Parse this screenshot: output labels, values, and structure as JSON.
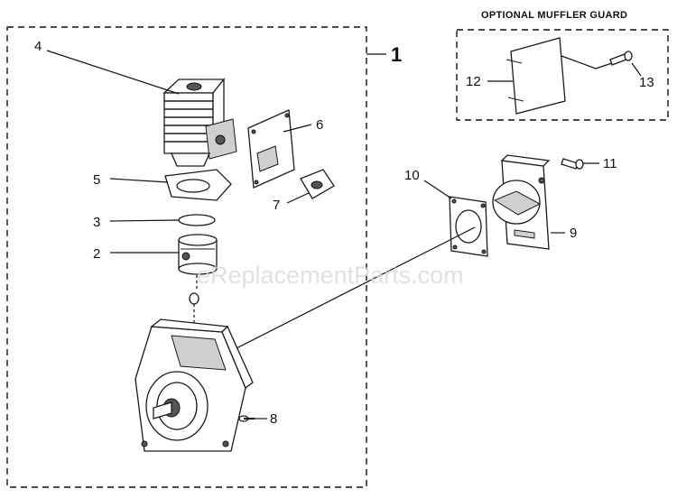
{
  "watermark": "eReplacementParts.com",
  "optional_label": "OPTIONAL MUFFLER GUARD",
  "assembly_callout": "1",
  "callouts": {
    "c2": "2",
    "c3": "3",
    "c4": "4",
    "c5": "5",
    "c6": "6",
    "c7": "7",
    "c8": "8",
    "c9": "9",
    "c10": "10",
    "c11": "11",
    "c12": "12",
    "c13": "13"
  }
}
